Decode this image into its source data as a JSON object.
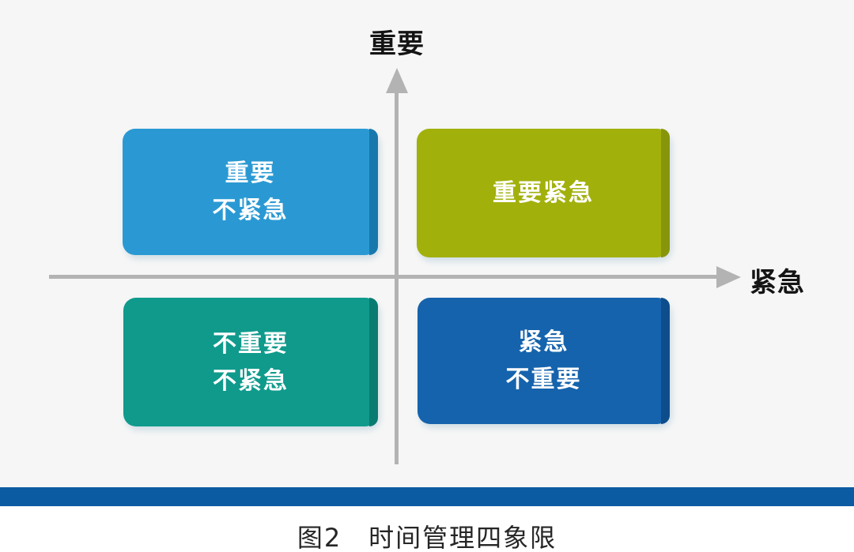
{
  "figure": {
    "caption": "图2　时间管理四象限"
  },
  "axes": {
    "y_label": "重要",
    "x_label": "紧急",
    "axis_color": "#b3b3b3"
  },
  "quadrants": [
    {
      "id": "important-not-urgent",
      "position": "top-left",
      "lines": [
        "重要",
        "不紧急"
      ],
      "color": "#2a99d3",
      "edge_color": "#1878ad"
    },
    {
      "id": "important-urgent",
      "position": "top-right",
      "lines": [
        "重要紧急"
      ],
      "color": "#a2b00c",
      "edge_color": "#87950a"
    },
    {
      "id": "not-important-not-urgent",
      "position": "bottom-left",
      "lines": [
        "不重要",
        "不紧急"
      ],
      "color": "#0f9a8c",
      "edge_color": "#0a7b70"
    },
    {
      "id": "urgent-not-important",
      "position": "bottom-right",
      "lines": [
        "紧急",
        "不重要"
      ],
      "color": "#1563ac",
      "edge_color": "#0e4d8c"
    }
  ],
  "colors": {
    "chart_background": "#f6f6f6",
    "page_background": "#ffffff",
    "bottom_bar": "#0a5ba1",
    "quadrant_text": "#ffffff",
    "axis_label_text": "#141414",
    "caption_text": "#262626"
  }
}
